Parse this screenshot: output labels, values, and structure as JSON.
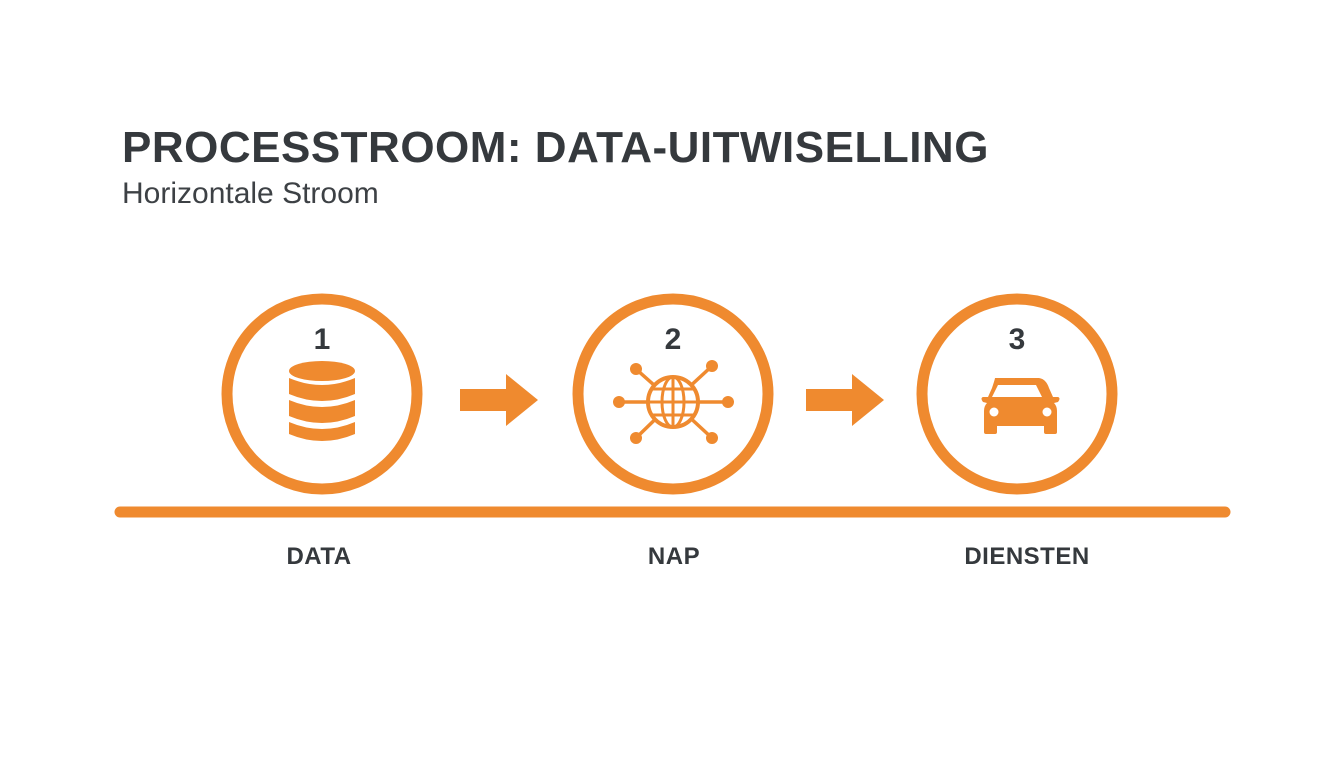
{
  "title": "PROCESSTROOM: DATA-UITWISELLING",
  "subtitle": "Horizontale Stroom",
  "accent_color": "#ef8a2f",
  "text_color": "#35393d",
  "steps": [
    {
      "number": "1",
      "label": "DATA",
      "icon": "database-icon"
    },
    {
      "number": "2",
      "label": "NAP",
      "icon": "network-globe-icon"
    },
    {
      "number": "3",
      "label": "DIENSTEN",
      "icon": "car-icon"
    }
  ]
}
